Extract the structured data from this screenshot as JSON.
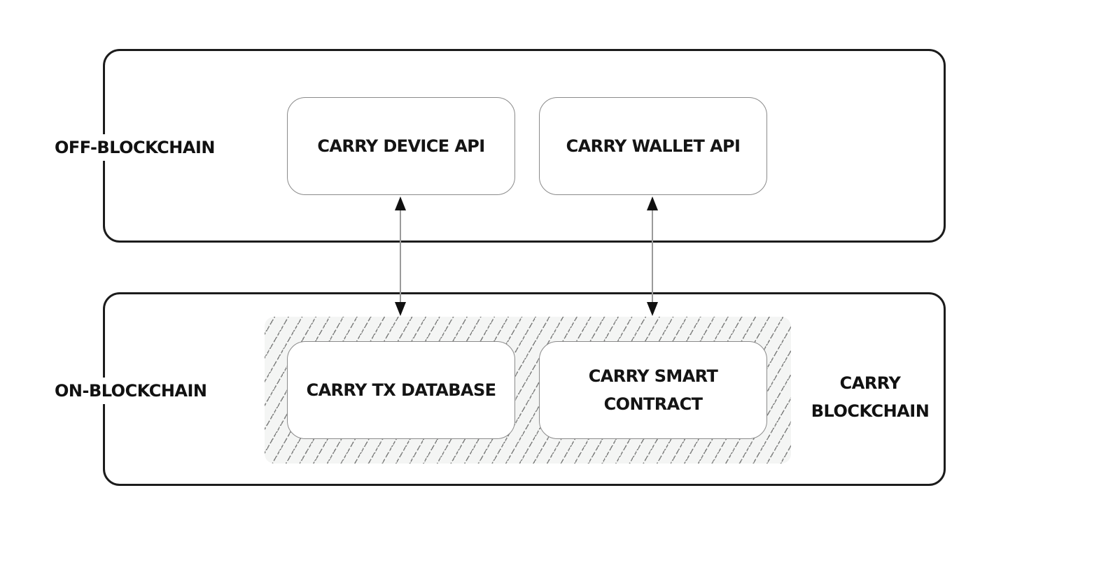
{
  "diagram": {
    "layers": [
      {
        "id": "off",
        "label": "OFF-BLOCKCHAIN",
        "components": [
          {
            "id": "device",
            "lines": [
              "CARRY DEVICE API"
            ]
          },
          {
            "id": "wallet",
            "lines": [
              "CARRY WALLET API"
            ]
          }
        ]
      },
      {
        "id": "on",
        "label": "ON-BLOCKCHAIN",
        "group_label": [
          "CARRY",
          "BLOCKCHAIN"
        ],
        "components": [
          {
            "id": "txdb",
            "lines": [
              "CARRY TX DATABASE"
            ]
          },
          {
            "id": "contract",
            "lines": [
              "CARRY SMART",
              "CONTRACT"
            ]
          }
        ]
      }
    ],
    "connections": [
      {
        "from": "CARRY DEVICE API",
        "to": "CARRY TX DATABASE",
        "direction": "bidirectional"
      },
      {
        "from": "CARRY WALLET API",
        "to": "CARRY SMART CONTRACT",
        "direction": "bidirectional"
      }
    ],
    "colors": {
      "layer_border": "#1c1c1c",
      "component_border": "#8a8a8a",
      "hatch_fill": "#f4f5f4",
      "text": "#111111",
      "arrow": "#9a9a9a",
      "arrowhead": "#111111"
    }
  }
}
